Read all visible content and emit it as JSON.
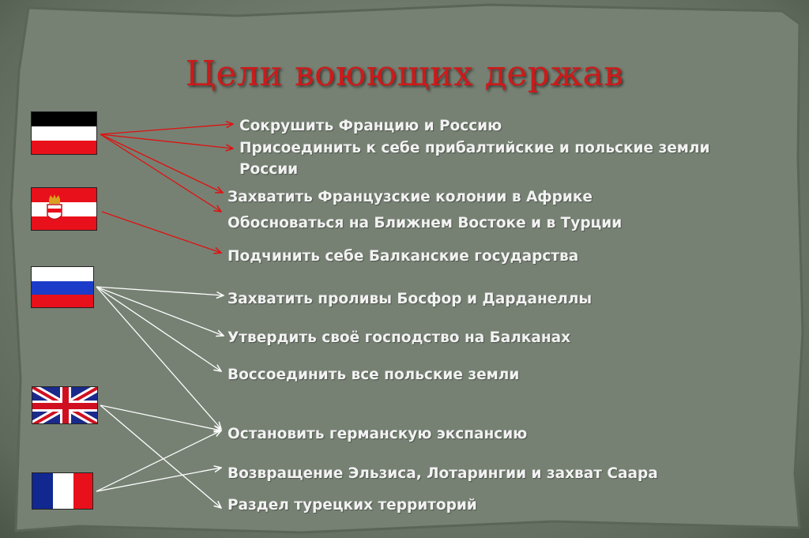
{
  "title": "Цели воюющих держав",
  "flags": [
    {
      "country": "germany",
      "icon": "german-empire-flag-icon"
    },
    {
      "country": "austria-hungary",
      "icon": "austria-hungary-flag-icon"
    },
    {
      "country": "russia",
      "icon": "russia-flag-icon"
    },
    {
      "country": "britain",
      "icon": "union-jack-flag-icon"
    },
    {
      "country": "france",
      "icon": "france-flag-icon"
    }
  ],
  "goals": [
    "Сокрушить Францию и Россию",
    "Присоединить к себе прибалтийские и польские земли",
    "России",
    "Захватить Французские колонии в Африке",
    "Обосноваться на Ближнем Востоке и в Турции",
    "Подчинить себе Балканские государства",
    "Захватить проливы Босфор и Дарданеллы",
    "Утвердить своё господство на Балканах",
    "Воссоединить все польские земли",
    "Остановить германскую экспансию",
    "Возвращение Эльзиса, Лотарингии и захват Саара",
    "Раздел турецких территорий"
  ],
  "colors": {
    "title": "#cc1a1a",
    "red_arrows": "#e01010",
    "white_arrows": "#ffffff",
    "text": "#f2f2f2"
  }
}
